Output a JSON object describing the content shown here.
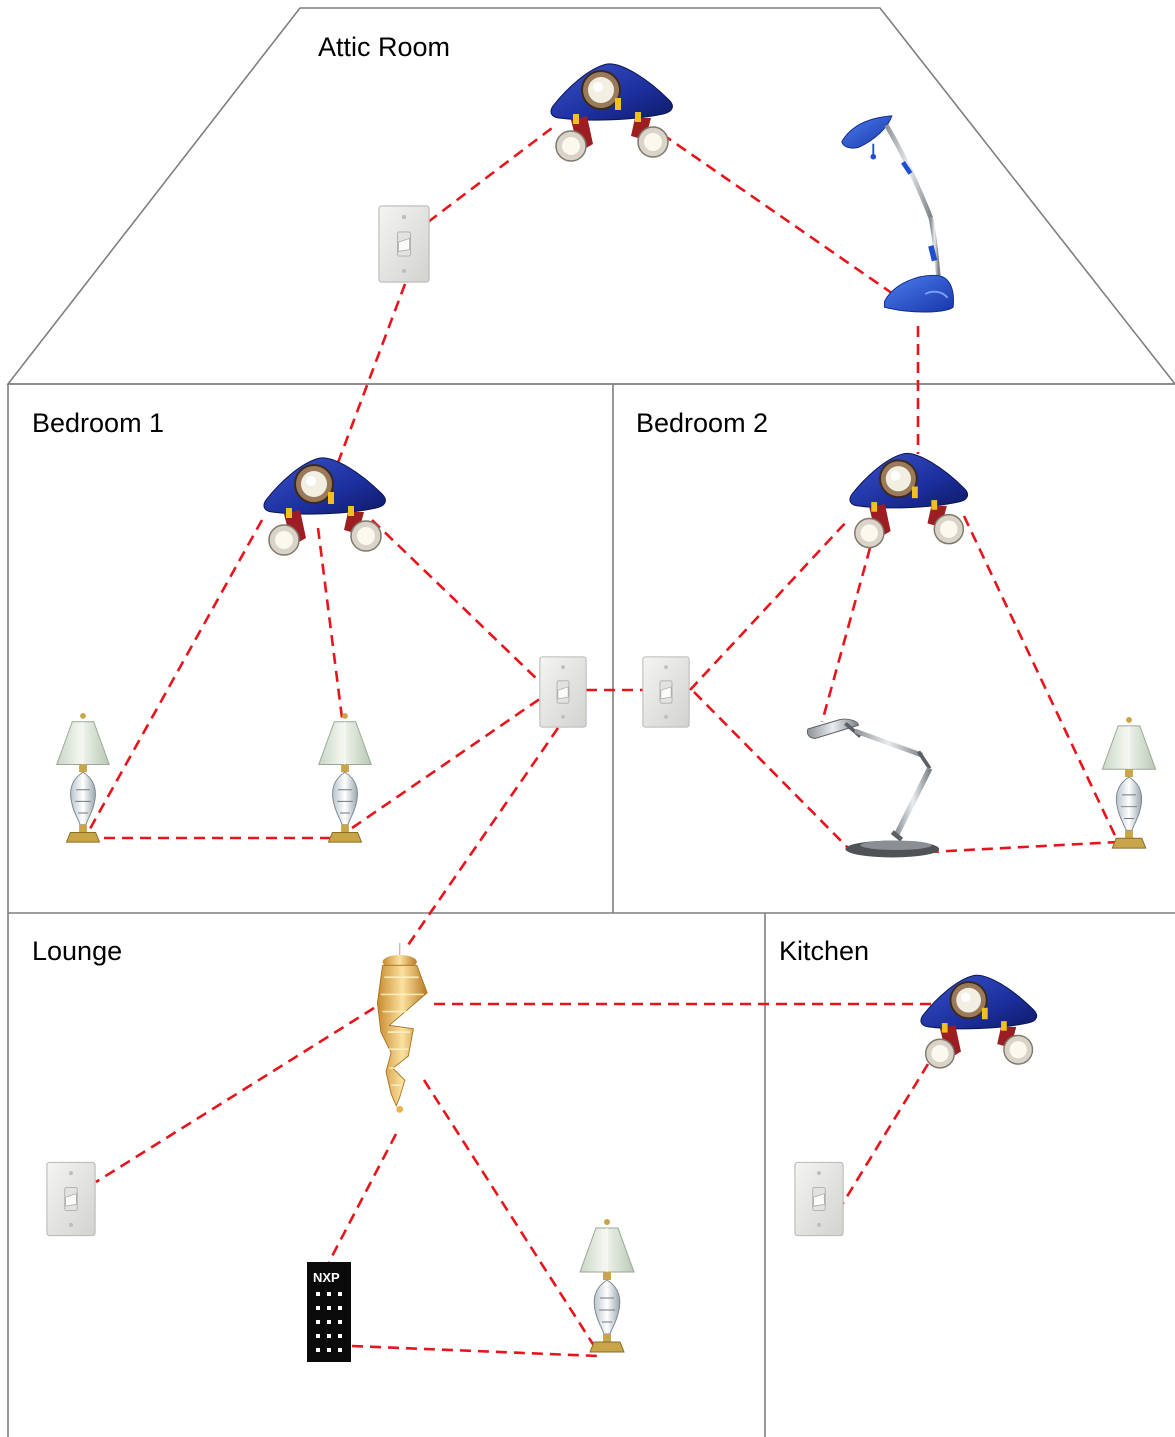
{
  "rooms": {
    "attic": "Attic Room",
    "bedroom1": "Bedroom 1",
    "bedroom2": "Bedroom 2",
    "lounge": "Lounge",
    "kitchen": "Kitchen"
  },
  "remote": {
    "brand": "NXP"
  },
  "colors": {
    "link": "#e8131b",
    "wall": "#7f7f7f",
    "spot_body": "#1c2f9e",
    "desk_lamp": "#1f4fd1",
    "shade": "#dfe8dc",
    "chandelier": "#e8b850"
  },
  "devices": [
    {
      "id": "attic-spotlight",
      "type": "spotlight",
      "room": "attic"
    },
    {
      "id": "attic-switch",
      "type": "wall-switch",
      "room": "attic"
    },
    {
      "id": "attic-desk-lamp",
      "type": "desk-lamp",
      "room": "attic"
    },
    {
      "id": "bed1-spotlight",
      "type": "spotlight",
      "room": "bedroom1"
    },
    {
      "id": "bed1-lamp-left",
      "type": "table-lamp",
      "room": "bedroom1"
    },
    {
      "id": "bed1-lamp-right",
      "type": "table-lamp",
      "room": "bedroom1"
    },
    {
      "id": "bed1-switch",
      "type": "wall-switch",
      "room": "bedroom1"
    },
    {
      "id": "bed2-switch",
      "type": "wall-switch",
      "room": "bedroom2"
    },
    {
      "id": "bed2-spotlight",
      "type": "spotlight",
      "room": "bedroom2"
    },
    {
      "id": "bed2-desk-lamp",
      "type": "desk-lamp",
      "room": "bedroom2"
    },
    {
      "id": "bed2-table-lamp",
      "type": "table-lamp",
      "room": "bedroom2"
    },
    {
      "id": "lounge-chandelier",
      "type": "chandelier",
      "room": "lounge"
    },
    {
      "id": "lounge-switch",
      "type": "wall-switch",
      "room": "lounge"
    },
    {
      "id": "lounge-remote",
      "type": "remote-control",
      "room": "lounge"
    },
    {
      "id": "lounge-table-lamp",
      "type": "table-lamp",
      "room": "lounge"
    },
    {
      "id": "kitchen-spotlight",
      "type": "spotlight",
      "room": "kitchen"
    },
    {
      "id": "kitchen-switch",
      "type": "wall-switch",
      "room": "kitchen"
    }
  ],
  "links": [
    [
      "attic-switch",
      "attic-spotlight"
    ],
    [
      "attic-spotlight",
      "attic-desk-lamp"
    ],
    [
      "attic-desk-lamp",
      "bed2-spotlight"
    ],
    [
      "attic-switch",
      "bed1-spotlight"
    ],
    [
      "bed1-spotlight",
      "bed1-lamp-left"
    ],
    [
      "bed1-spotlight",
      "bed1-lamp-right"
    ],
    [
      "bed1-spotlight",
      "bed1-switch"
    ],
    [
      "bed1-lamp-left",
      "bed1-lamp-right"
    ],
    [
      "bed1-lamp-right",
      "bed1-switch"
    ],
    [
      "bed1-switch",
      "bed2-switch"
    ],
    [
      "bed1-switch",
      "lounge-chandelier"
    ],
    [
      "bed2-switch",
      "bed2-spotlight"
    ],
    [
      "bed2-switch",
      "bed2-desk-lamp"
    ],
    [
      "bed2-spotlight",
      "bed2-desk-lamp"
    ],
    [
      "bed2-spotlight",
      "bed2-table-lamp"
    ],
    [
      "bed2-desk-lamp",
      "bed2-table-lamp"
    ],
    [
      "lounge-chandelier",
      "kitchen-spotlight"
    ],
    [
      "lounge-chandelier",
      "lounge-switch"
    ],
    [
      "lounge-chandelier",
      "lounge-remote"
    ],
    [
      "lounge-chandelier",
      "lounge-table-lamp"
    ],
    [
      "lounge-remote",
      "lounge-table-lamp"
    ],
    [
      "kitchen-spotlight",
      "kitchen-switch"
    ]
  ]
}
